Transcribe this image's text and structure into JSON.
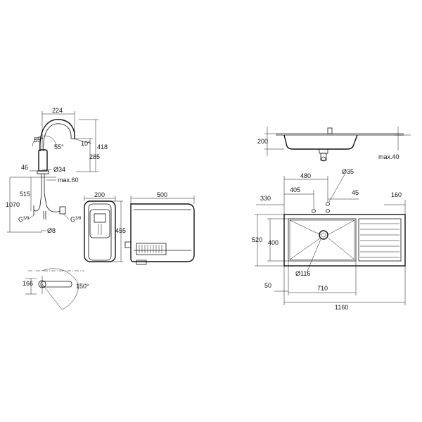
{
  "faucet": {
    "dims": {
      "width_top": "224",
      "spout_drop": "10°",
      "angle_left": "55°",
      "angle_right": "55°",
      "height_total": "418",
      "height_spout": "285",
      "base_width": "46",
      "hole_dia": "Ø34",
      "max_deck": "max.60",
      "hose_len": "515",
      "total_len": "1070",
      "thread_left": "G",
      "thread_left_frac": "3/8",
      "thread_right": "G",
      "thread_right_frac": "3/8",
      "tube_dia": "Ø8"
    }
  },
  "swivel": {
    "dims": {
      "offset": "166",
      "angle": "150°"
    }
  },
  "boiler": {
    "dims": {
      "front_width": "200",
      "side_width": "500",
      "height": "455"
    }
  },
  "sink_side": {
    "dims": {
      "depth": "200",
      "max_thickness": "max.40"
    }
  },
  "sink_top": {
    "dims": {
      "tap_offset": "480",
      "tap_hole_dia": "Ø35",
      "hole_spacing": "405",
      "tap_dist": "45",
      "left_offset": "330",
      "drainer_width": "160",
      "total_depth": "520",
      "bowl_depth": "400",
      "waste_dia": "Ø116",
      "edge_margin": "50",
      "bowl_width": "710",
      "total_width": "1160"
    }
  }
}
